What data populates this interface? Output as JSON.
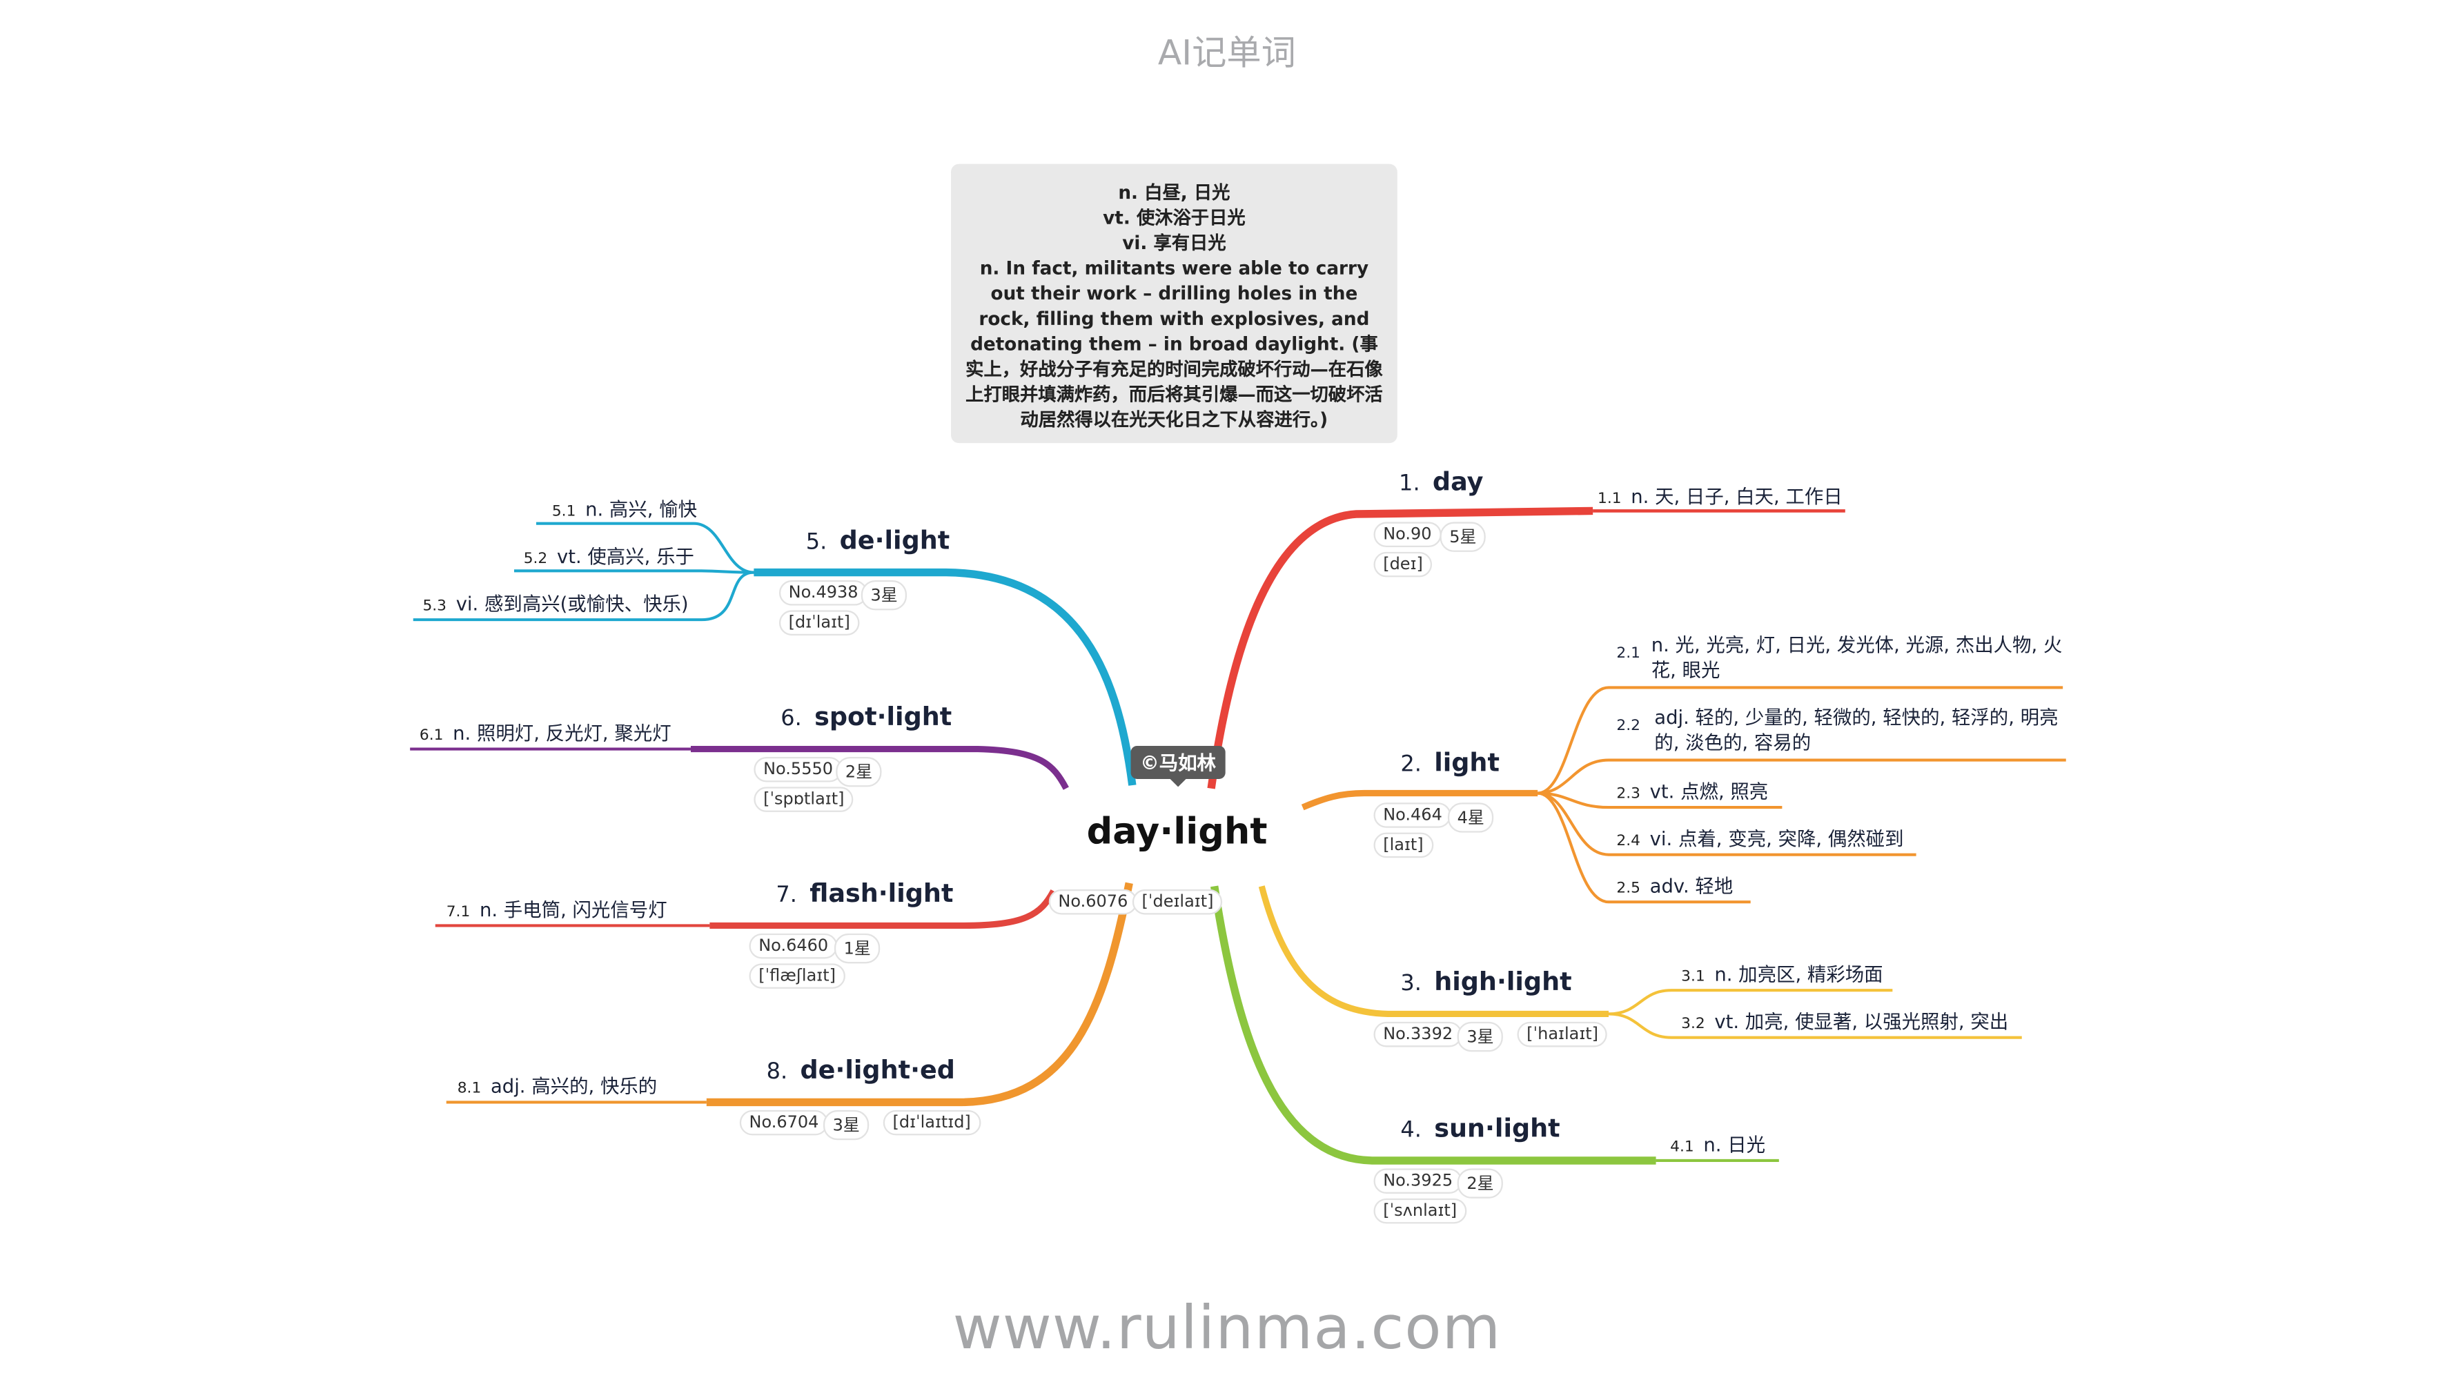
{
  "header": {
    "title": "AI记单词"
  },
  "footer": {
    "url": "www.rulinma.com"
  },
  "note": {
    "line1": "n. 白昼, 日光",
    "line2": "vt. 使沐浴于日光",
    "line3": "vi. 享有日光",
    "example": "n. In fact, militants were able to carry out their work – drilling holes in the rock, filling them with explosives, and detonating them – in broad daylight. (事实上，好战分子有充足的时间完成破坏行动—在石像上打眼并填满炸药，而后将其引爆—而这一切破坏活动居然得以在光天化日之下从容进行。)"
  },
  "center": {
    "word": "day·light",
    "badge": "©马如林",
    "no": "No.6076",
    "phonetic": "[ˈdeɪlaɪt]"
  },
  "colors": {
    "red": "#e8433a",
    "orange": "#f2952f",
    "yellow": "#f4c23a",
    "green": "#8cc63f",
    "cyan": "#1ea8cf",
    "purple": "#7b2f8e",
    "red2": "#e2463e",
    "orange2": "#f0962e"
  },
  "branches": [
    {
      "num": "1",
      "word": "day",
      "no": "No.90",
      "stars": "5星",
      "phonetic": "[deɪ]",
      "meanings": [
        {
          "n": "1.1",
          "text": "n. 天, 日子, 白天, 工作日"
        }
      ]
    },
    {
      "num": "2",
      "word": "light",
      "no": "No.464",
      "stars": "4星",
      "phonetic": "[laɪt]",
      "meanings": [
        {
          "n": "2.1",
          "text": "n. 光, 光亮, 灯, 日光, 发光体, 光源, 杰出人物, 火花, 眼光"
        },
        {
          "n": "2.2",
          "text": "adj. 轻的, 少量的, 轻微的, 轻快的, 轻浮的, 明亮的, 淡色的, 容易的"
        },
        {
          "n": "2.3",
          "text": "vt. 点燃, 照亮"
        },
        {
          "n": "2.4",
          "text": "vi. 点着, 变亮, 突降, 偶然碰到"
        },
        {
          "n": "2.5",
          "text": "adv. 轻地"
        }
      ]
    },
    {
      "num": "3",
      "word": "high·light",
      "no": "No.3392",
      "stars": "3星",
      "phonetic": "[ˈhaɪlaɪt]",
      "meanings": [
        {
          "n": "3.1",
          "text": "n. 加亮区, 精彩场面"
        },
        {
          "n": "3.2",
          "text": "vt. 加亮, 使显著, 以强光照射, 突出"
        }
      ]
    },
    {
      "num": "4",
      "word": "sun·light",
      "no": "No.3925",
      "stars": "2星",
      "phonetic": "[ˈsʌnlaɪt]",
      "meanings": [
        {
          "n": "4.1",
          "text": "n. 日光"
        }
      ]
    },
    {
      "num": "5",
      "word": "de·light",
      "no": "No.4938",
      "stars": "3星",
      "phonetic": "[dɪˈlaɪt]",
      "meanings": [
        {
          "n": "5.1",
          "text": "n. 高兴, 愉快"
        },
        {
          "n": "5.2",
          "text": "vt. 使高兴, 乐于"
        },
        {
          "n": "5.3",
          "text": "vi. 感到高兴(或愉快、快乐)"
        }
      ]
    },
    {
      "num": "6",
      "word": "spot·light",
      "no": "No.5550",
      "stars": "2星",
      "phonetic": "[ˈspɒtlaɪt]",
      "meanings": [
        {
          "n": "6.1",
          "text": "n. 照明灯, 反光灯, 聚光灯"
        }
      ]
    },
    {
      "num": "7",
      "word": "flash·light",
      "no": "No.6460",
      "stars": "1星",
      "phonetic": "[ˈflæʃlaɪt]",
      "meanings": [
        {
          "n": "7.1",
          "text": "n. 手电筒, 闪光信号灯"
        }
      ]
    },
    {
      "num": "8",
      "word": "de·light·ed",
      "no": "No.6704",
      "stars": "3星",
      "phonetic": "[dɪˈlaɪtɪd]",
      "meanings": [
        {
          "n": "8.1",
          "text": "adj. 高兴的, 快乐的"
        }
      ]
    }
  ]
}
